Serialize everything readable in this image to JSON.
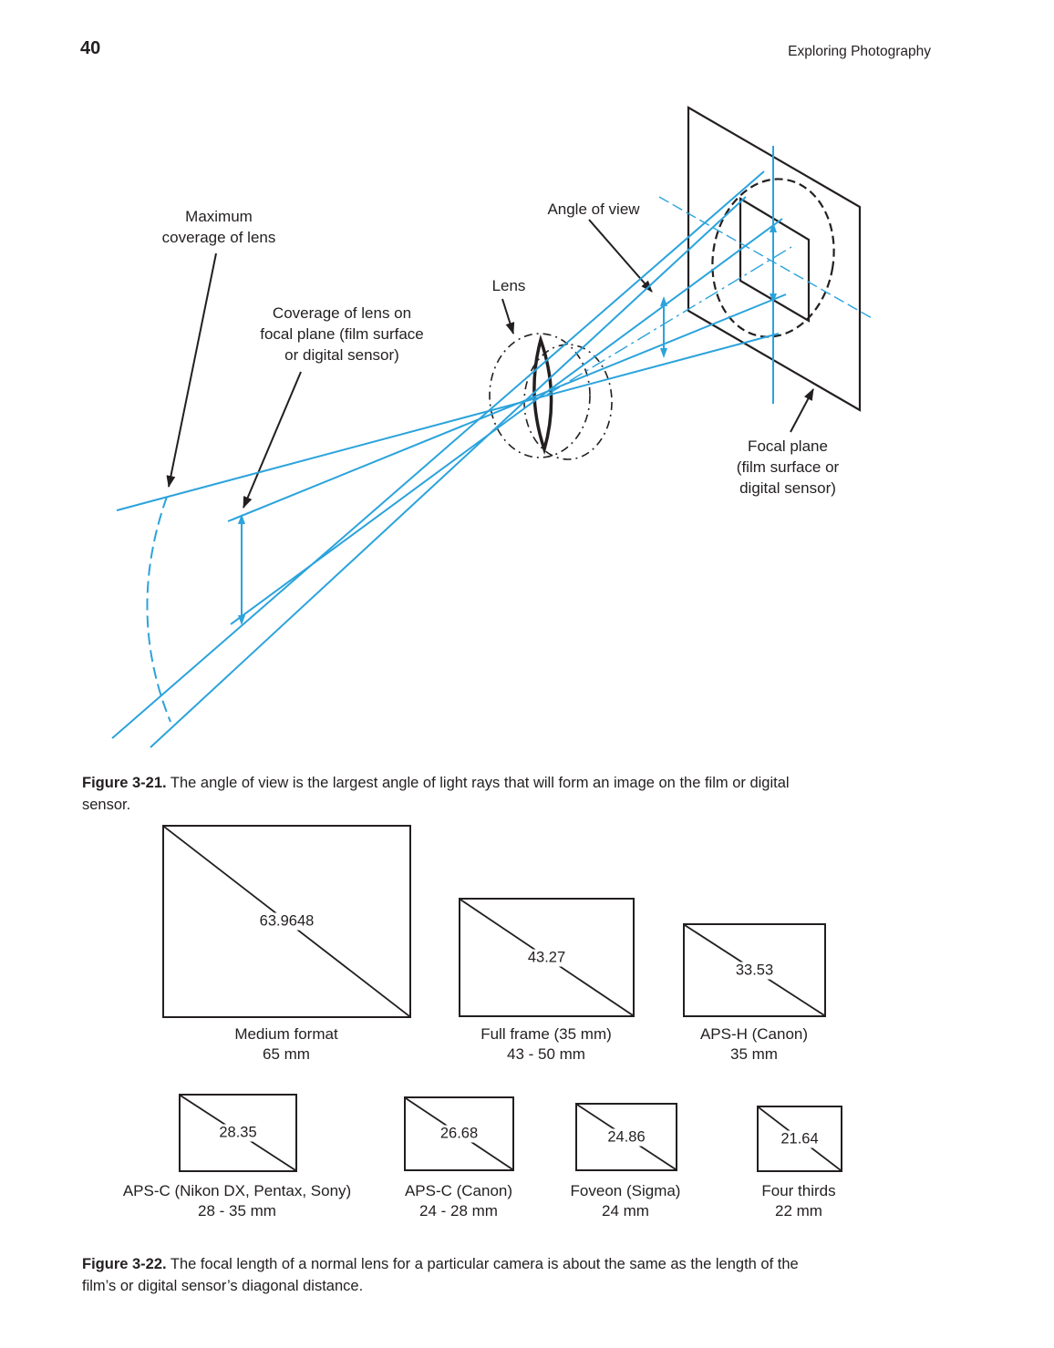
{
  "page_header": {
    "page_number": "40",
    "book_title": "Exploring Photography"
  },
  "figure_3_21": {
    "labels": {
      "maximum_coverage": "Maximum\ncoverage of lens",
      "coverage_on_focal_plane": "Coverage of lens on\nfocal plane (film surface\nor digital sensor)",
      "lens": "Lens",
      "angle_of_view": "Angle of view",
      "focal_plane": "Focal plane\n(film surface or\ndigital sensor)"
    },
    "caption_label": "Figure 3-21.",
    "caption_text": " The angle of view is the largest angle of light rays that will form an image on the film or digital\nsensor."
  },
  "figure_3_22": {
    "sensors": [
      {
        "name": "Medium format",
        "size": "65 mm",
        "diagonal": "63.9648"
      },
      {
        "name": "Full frame (35 mm)",
        "size": "43 - 50 mm",
        "diagonal": "43.27"
      },
      {
        "name": "APS-H (Canon)",
        "size": "35 mm",
        "diagonal": "33.53"
      },
      {
        "name": "APS-C (Nikon DX, Pentax, Sony)",
        "size": "28 - 35 mm",
        "diagonal": "28.35"
      },
      {
        "name": "APS-C (Canon)",
        "size": "24 - 28 mm",
        "diagonal": "26.68"
      },
      {
        "name": "Foveon (Sigma)",
        "size": "24 mm",
        "diagonal": "24.86"
      },
      {
        "name": "Four thirds",
        "size": "22 mm",
        "diagonal": "21.64"
      }
    ],
    "caption_label": "Figure 3-22.",
    "caption_text": " The focal length of a normal lens for a particular camera is about the same as the length of the\nfilm’s or digital sensor’s diagonal distance."
  },
  "colors": {
    "diagram_blue": "#2BA3DC",
    "ink_black": "#231F20"
  }
}
